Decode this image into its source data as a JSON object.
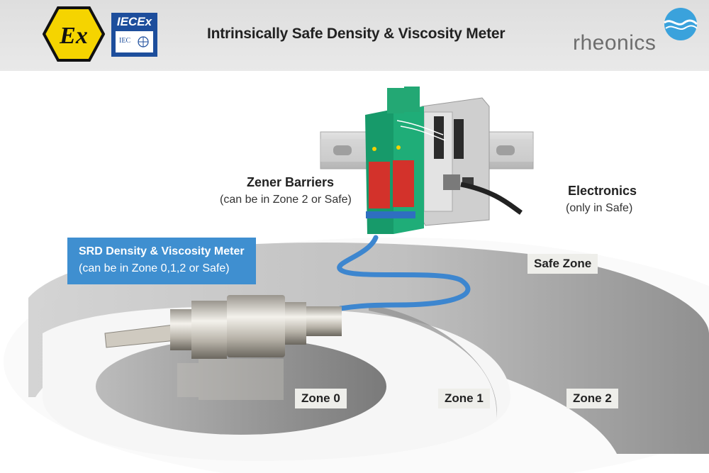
{
  "header": {
    "ex_logo_text": "Ex",
    "iecex_logo_text": "IECEx",
    "iecex_inner_text": "IEC",
    "title": "Intrinsically Safe Density & Viscosity Meter",
    "brand": "rheonics"
  },
  "labels": {
    "zener_title": "Zener Barriers",
    "zener_sub": "(can be in Zone 2 or Safe)",
    "electronics_title": "Electronics",
    "electronics_sub": "(only in Safe)",
    "srd_title": "SRD Density & Viscosity Meter",
    "srd_sub": "(can be in Zone 0,1,2 or Safe)"
  },
  "zones": {
    "safe": "Safe Zone",
    "zone0": "Zone 0",
    "zone1": "Zone 1",
    "zone2": "Zone 2"
  },
  "colors": {
    "ex_yellow": "#f5d400",
    "iecex_blue": "#1d4e9c",
    "srd_blue": "#3f8fd0",
    "cable_blue": "#3d86cf",
    "barrier_green": "#1a9d6e",
    "barrier_red": "#d3322b"
  }
}
